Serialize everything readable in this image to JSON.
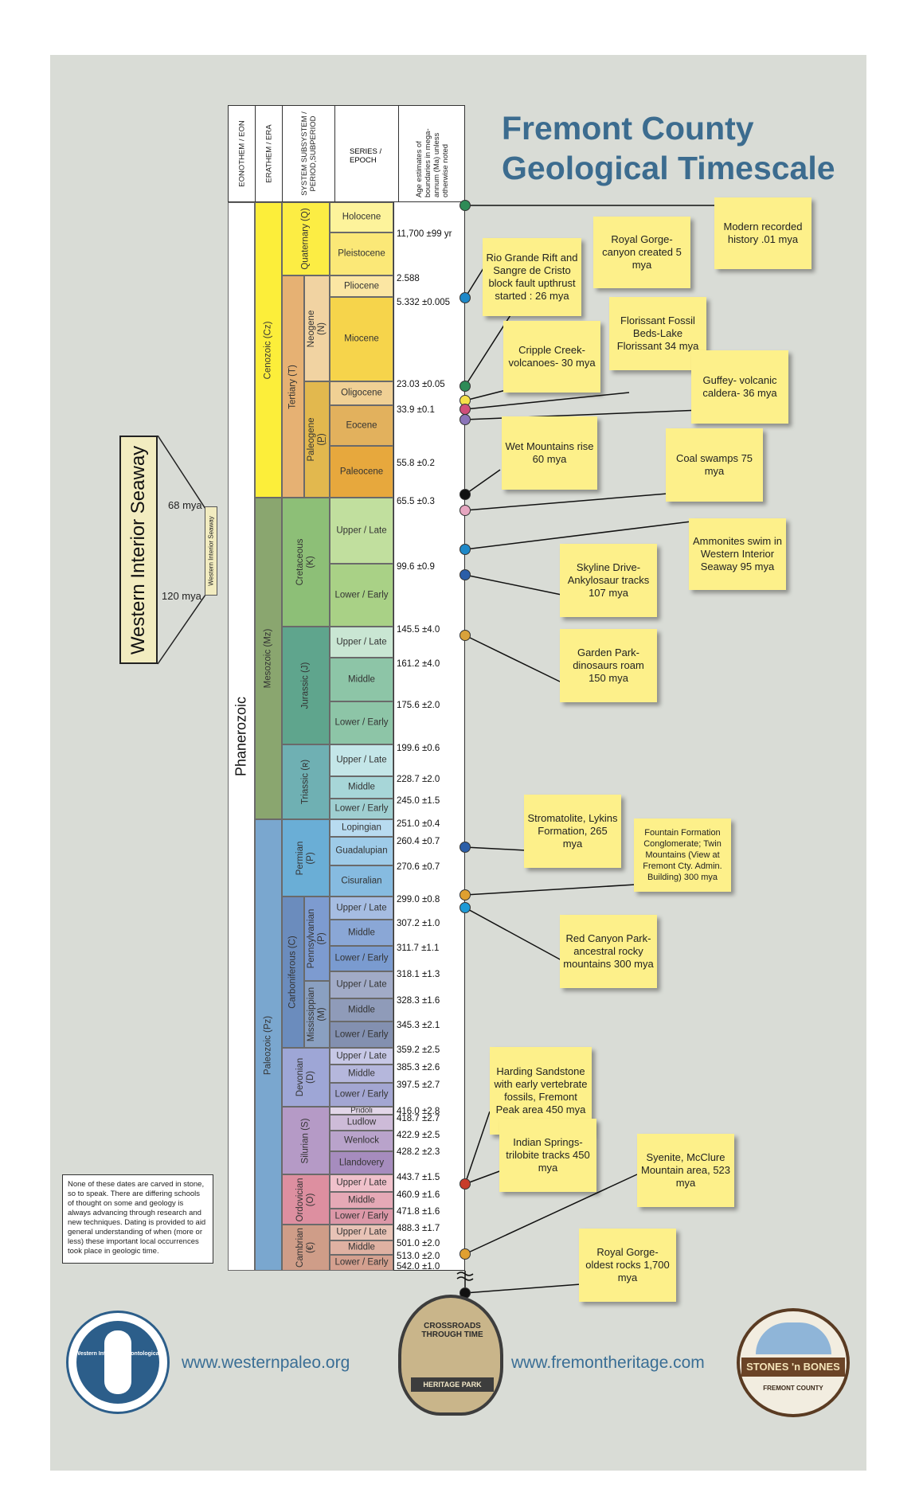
{
  "title": {
    "line1": "Fremont County",
    "line2": "Geological Timescale"
  },
  "header": {
    "eon": "EONOTHEM / EON",
    "era": "ERATHEM / ERA",
    "system": "SYSTEM SUBSYSTEM / PERIOD,SUBPERIOD",
    "series": "SERIES / EPOCH",
    "age": "Age estimates of boundaries in mega-annum (Ma) unless otherwise noted"
  },
  "timescale": {
    "eon": "Phanerozoic",
    "eras": {
      "cenozoic": "Cenozoic (Cz)",
      "mesozoic": "Mesozoic (Mz)",
      "paleozoic": "Paleozoic (Pz)"
    },
    "periods": {
      "quaternary": "Quaternary (Q)",
      "tertiary": "Tertiary (T)",
      "neogene": "Neogene (N)",
      "paleogene": "Paleogene (P̲)",
      "cretaceous": "Cretaceous (K)",
      "jurassic": "Jurassic (J)",
      "triassic": "Triassic (ʀ)",
      "permian": "Permian (P)",
      "carboniferous": "Carboniferous (C)",
      "pennsylvanian": "Pennsylvanian (P)",
      "mississippian": "Mississippian (M)",
      "devonian": "Devonian (D)",
      "silurian": "Silurian (S)",
      "ordovician": "Ordovician (O)",
      "cambrian": "Cambrian (€)"
    },
    "epochs": [
      "Holocene",
      "Pleistocene",
      "Pliocene",
      "Miocene",
      "Oligocene",
      "Eocene",
      "Paleocene",
      "Upper / Late",
      "Lower / Early",
      "Upper / Late",
      "Middle",
      "Lower / Early",
      "Upper / Late",
      "Middle",
      "Lower / Early",
      "Lopingian",
      "Guadalupian",
      "Cisuralian",
      "Upper / Late",
      "Middle",
      "Lower / Early",
      "Upper / Late",
      "Middle",
      "Lower / Early",
      "Upper / Late",
      "Middle",
      "Lower / Early",
      "Pridoli",
      "Ludlow",
      "Wenlock",
      "Llandovery",
      "Upper / Late",
      "Middle",
      "Lower / Early",
      "Upper / Late",
      "Middle",
      "Lower / Early"
    ],
    "ages": [
      "11,700 ±99 yr",
      "2.588",
      "5.332 ±0.005",
      "23.03 ±0.05",
      "33.9 ±0.1",
      "55.8 ±0.2",
      "65.5 ±0.3",
      "99.6 ±0.9",
      "145.5 ±4.0",
      "161.2 ±4.0",
      "175.6 ±2.0",
      "199.6 ±0.6",
      "228.7 ±2.0",
      "245.0 ±1.5",
      "251.0 ±0.4",
      "260.4 ±0.7",
      "270.6 ±0.7",
      "299.0 ±0.8",
      "307.2 ±1.0",
      "311.7 ±1.1",
      "318.1 ±1.3",
      "328.3 ±1.6",
      "345.3 ±2.1",
      "359.2 ±2.5",
      "385.3 ±2.6",
      "397.5 ±2.7",
      "416.0 ±2.8",
      "418.7 ±2.7",
      "422.9 ±2.5",
      "428.2 ±2.3",
      "443.7 ±1.5",
      "460.9 ±1.6",
      "471.8 ±1.6",
      "488.3 ±1.7",
      "501.0 ±2.0",
      "513.0 ±2.0",
      "542.0 ±1.0"
    ]
  },
  "seaway": {
    "title": "Western Interior Seaway",
    "bar_label": "Western Interior Seaway",
    "top": "68 mya",
    "bottom": "120 mya"
  },
  "notes": [
    "Modern recorded history .01 mya",
    "Royal Gorge- canyon created 5 mya",
    "Rio Grande Rift and Sangre de Cristo block fault upthrust started : 26 mya",
    "Florissant Fossil Beds-Lake Florissant 34 mya",
    "Cripple Creek- volcanoes- 30 mya",
    "Guffey- volcanic caldera- 36 mya",
    "Wet Mountains rise 60 mya",
    "Coal swamps 75 mya",
    "Ammonites swim in Western Interior Seaway 95 mya",
    "Skyline Drive- Ankylosaur tracks 107 mya",
    "Garden Park- dinosaurs roam 150 mya",
    "Stromatolite, Lykins Formation, 265 mya",
    "Fountain Formation Conglomerate; Twin Mountains (View at Fremont Cty. Admin. Building) 300 mya",
    "Red Canyon Park- ancestral rocky mountains 300 mya",
    "Harding Sandstone with early vertebrate fossils, Fremont Peak area 450 mya",
    "Indian Springs- trilobite tracks 450 mya",
    "Syenite, McClure Mountain area, 523 mya",
    "Royal Gorge- oldest rocks 1,700 mya"
  ],
  "disclaimer": "None of these dates are carved in stone, so to speak. There are differing schools of thought on some and geology is always advancing through research and new techniques. Dating is provided to aid general understanding of when (more or less) these important local occurrences took place in geologic time.",
  "footer": {
    "url1": "www.westernpaleo.org",
    "url2": "www.fremontheritage.com",
    "logo1": "Western Interior Paleontological Society",
    "logo2": "CROSSROADS THROUGH TIME",
    "logo2_sub": "HERITAGE PARK",
    "logo3": "STONES 'n BONES",
    "logo3_sub": "FREMONT COUNTY"
  },
  "colors": {
    "title": "#3c6c8f",
    "note": "#fdf08a",
    "background": "#d9dcd6"
  }
}
